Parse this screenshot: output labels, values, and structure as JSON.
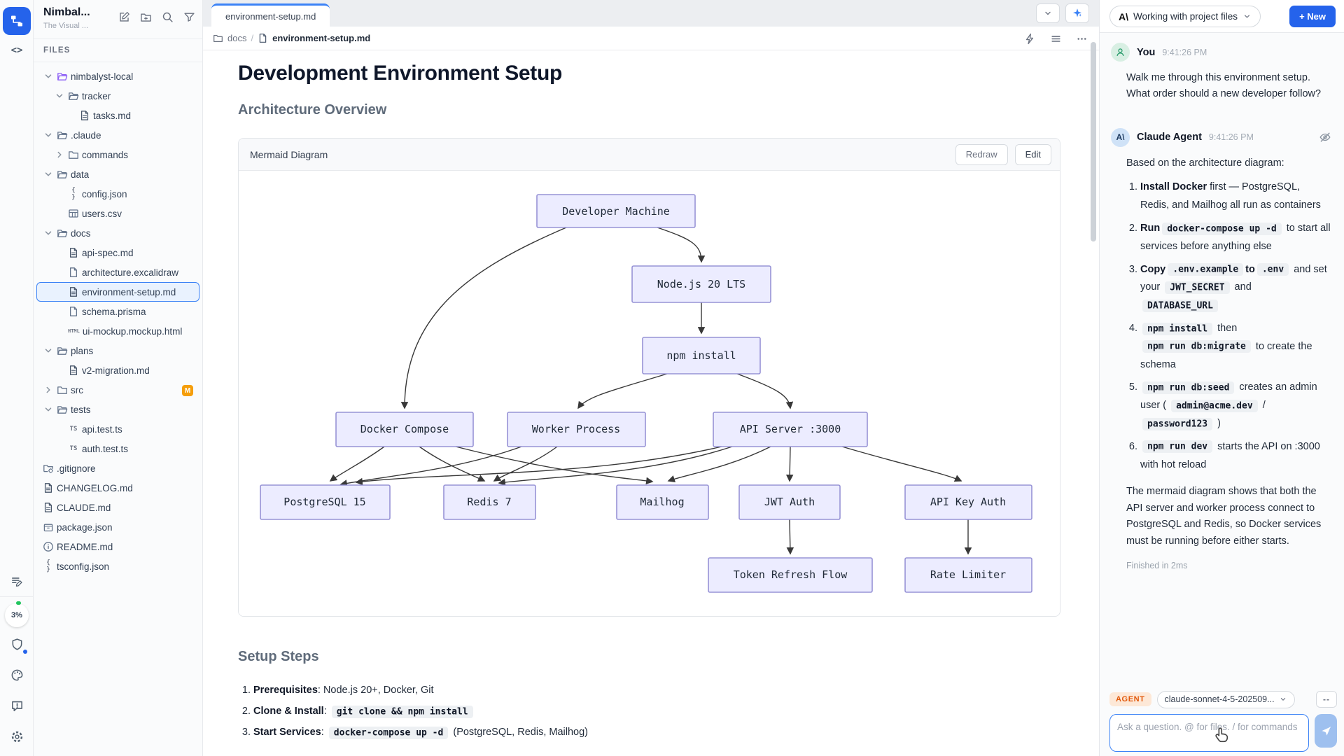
{
  "app": {
    "name": "Nimbal...",
    "tagline": "The Visual ...",
    "accent": "#2563eb",
    "tab_accent": "#3b82f6"
  },
  "rail": {
    "usage_percent": "3%"
  },
  "sidebar": {
    "files_label": "FILES",
    "tree": [
      "nimbalyst-local",
      "tracker",
      "tasks.md",
      ".claude",
      "commands",
      "data",
      "config.json",
      "users.csv",
      "docs",
      "api-spec.md",
      "architecture.excalidraw",
      "environment-setup.md",
      "schema.prisma",
      "ui-mockup.mockup.html",
      "plans",
      "v2-migration.md",
      "src",
      "tests",
      "api.test.ts",
      "auth.test.ts",
      ".gitignore",
      "CHANGELOG.md",
      "CLAUDE.md",
      "package.json",
      "README.md",
      "tsconfig.json"
    ],
    "src_badge": "M"
  },
  "main": {
    "tab": "environment-setup.md",
    "breadcrumb": {
      "folder": "docs",
      "file": "environment-setup.md"
    },
    "title": "Development Environment Setup",
    "section_architecture": "Architecture Overview",
    "diagram": {
      "title": "Mermaid Diagram",
      "redraw_label": "Redraw",
      "edit_label": "Edit",
      "node_fill": "#ececff",
      "node_stroke": "#9370db",
      "nodes": [
        "Developer Machine",
        "Node.js 20 LTS",
        "npm install",
        "Docker Compose",
        "Worker Process",
        "API Server :3000",
        "PostgreSQL 15",
        "Redis 7",
        "Mailhog",
        "JWT Auth",
        "API Key Auth",
        "Token Refresh Flow",
        "Rate Limiter"
      ],
      "edges": [
        [
          "Developer Machine",
          "Node.js 20 LTS"
        ],
        [
          "Developer Machine",
          "Docker Compose"
        ],
        [
          "Node.js 20 LTS",
          "npm install"
        ],
        [
          "npm install",
          "Worker Process"
        ],
        [
          "npm install",
          "API Server :3000"
        ],
        [
          "Docker Compose",
          "PostgreSQL 15"
        ],
        [
          "Docker Compose",
          "Redis 7"
        ],
        [
          "Docker Compose",
          "Mailhog"
        ],
        [
          "Worker Process",
          "PostgreSQL 15"
        ],
        [
          "Worker Process",
          "Redis 7"
        ],
        [
          "API Server :3000",
          "PostgreSQL 15"
        ],
        [
          "API Server :3000",
          "Redis 7"
        ],
        [
          "API Server :3000",
          "Mailhog"
        ],
        [
          "API Server :3000",
          "JWT Auth"
        ],
        [
          "API Server :3000",
          "API Key Auth"
        ],
        [
          "JWT Auth",
          "Token Refresh Flow"
        ],
        [
          "API Key Auth",
          "Rate Limiter"
        ]
      ]
    },
    "setup": {
      "heading": "Setup Steps",
      "items": [
        {
          "b": "Prerequisites",
          "t": ": Node.js 20+, Docker, Git"
        },
        {
          "b": "Clone & Install",
          "t": ": ",
          "code": "git clone && npm install"
        },
        {
          "b": "Start Services",
          "t": ": ",
          "code": "docker-compose up -d",
          "t2": " (PostgreSQL, Redis, Mailhog)"
        }
      ]
    }
  },
  "chat": {
    "header": {
      "logo_glyph": "A\\",
      "mode_label": "Working with project files",
      "new_label": "+ New"
    },
    "user": {
      "name": "You",
      "time": "9:41:26 PM",
      "text": "Walk me through this environment setup. What order should a new developer follow?"
    },
    "agent": {
      "glyph": "A\\",
      "name": "Claude Agent",
      "time": "9:41:26 PM",
      "intro": "Based on the architecture diagram:",
      "items": [
        {
          "parts": [
            {
              "k": "b",
              "v": "Install Docker"
            },
            {
              "k": "t",
              "v": " first — PostgreSQL, Redis, and Mailhog all run as containers"
            }
          ]
        },
        {
          "parts": [
            {
              "k": "b",
              "v": "Run"
            },
            {
              "k": "c",
              "v": "docker-compose up -d"
            },
            {
              "k": "t",
              "v": " to start all services before anything else"
            }
          ]
        },
        {
          "parts": [
            {
              "k": "b",
              "v": "Copy"
            },
            {
              "k": "c",
              "v": ".env.example"
            },
            {
              "k": "b",
              "v": "to"
            },
            {
              "k": "c",
              "v": ".env"
            },
            {
              "k": "t",
              "v": " and set your "
            },
            {
              "k": "c",
              "v": "JWT_SECRET"
            },
            {
              "k": "t",
              "v": " and "
            },
            {
              "k": "c",
              "v": "DATABASE_URL"
            }
          ]
        },
        {
          "parts": [
            {
              "k": "c",
              "v": "npm install"
            },
            {
              "k": "t",
              "v": " then "
            },
            {
              "k": "c",
              "v": "npm run db:migrate"
            },
            {
              "k": "t",
              "v": " to create the schema"
            }
          ]
        },
        {
          "parts": [
            {
              "k": "c",
              "v": "npm run db:seed"
            },
            {
              "k": "t",
              "v": " creates an admin user ( "
            },
            {
              "k": "c",
              "v": "admin@acme.dev"
            },
            {
              "k": "t",
              "v": " / "
            },
            {
              "k": "c",
              "v": "password123"
            },
            {
              "k": "t",
              "v": " )"
            }
          ]
        },
        {
          "parts": [
            {
              "k": "c",
              "v": "npm run dev"
            },
            {
              "k": "t",
              "v": " starts the API on :3000 with hot reload"
            }
          ]
        }
      ],
      "outro": "The mermaid diagram shows that both the API server and worker process connect to PostgreSQL and Redis, so Docker services must be running before either starts.",
      "finished": "Finished in 2ms"
    },
    "footer": {
      "agent_badge": "AGENT",
      "model": "claude-sonnet-4-5-202509...",
      "more": "--",
      "placeholder": "Ask a question. @ for files. / for commands"
    }
  }
}
